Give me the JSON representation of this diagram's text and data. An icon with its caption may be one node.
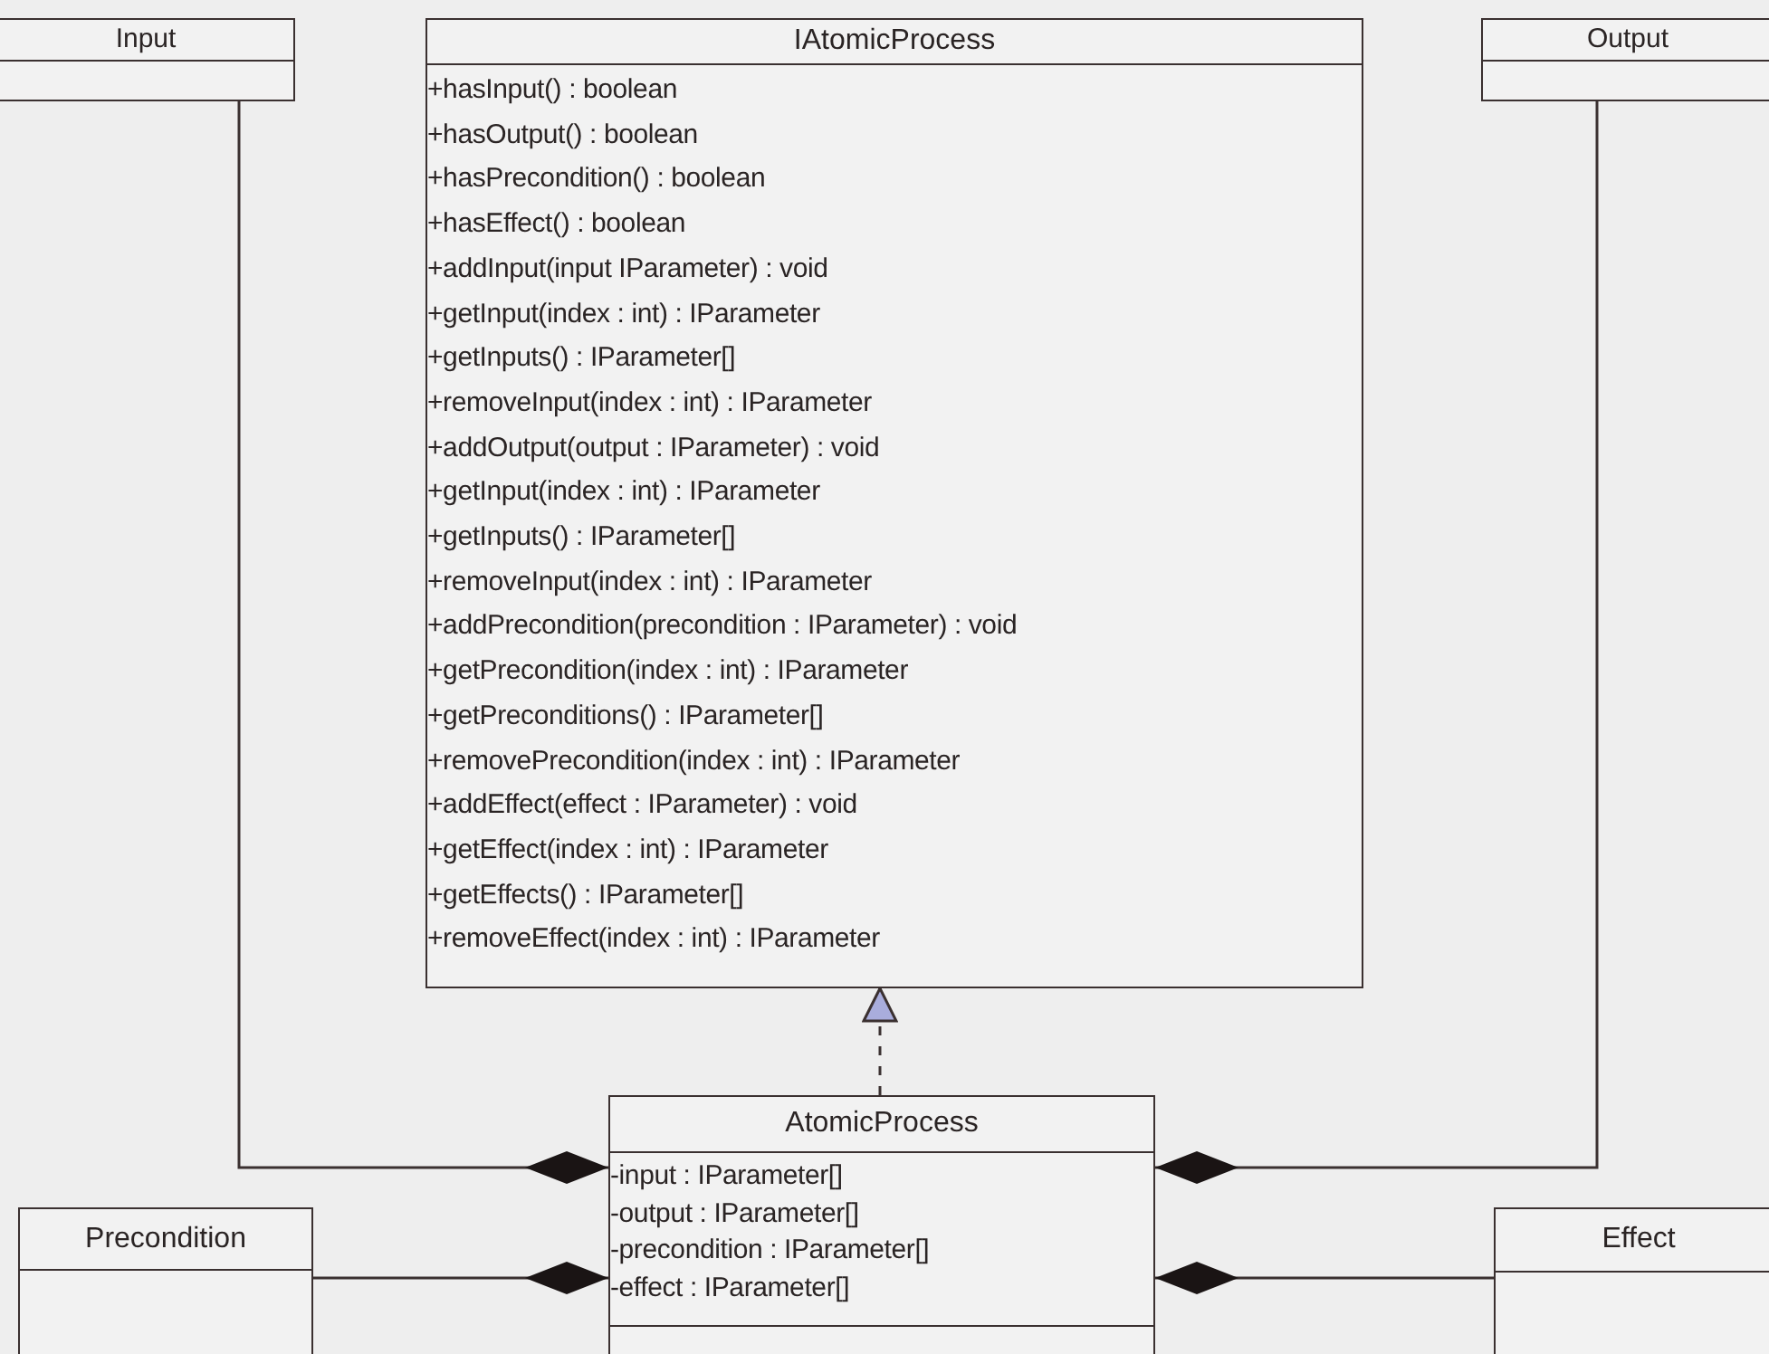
{
  "diagram": {
    "nodes": [
      {
        "text": [
          "Input"
        ]
      },
      {
        "text": [
          "IAtomicProcess",
          "+hasInput() : boolean",
          "+hasOutput() : boolean",
          "+hasPrecondition() : boolean",
          "+hasEffect() : boolean",
          "+addInput(input IParameter) : void",
          "+getInput(index : int) : IParameter",
          "+getInputs() : IParameter[]",
          "+removeInput(index : int) : IParameter",
          "+addOutput(output : IParameter) : void",
          "+getInput(index : int) : IParameter",
          "+getInputs() : IParameter[]",
          "+removeInput(index : int) : IParameter",
          "+addPrecondition(precondition : IParameter) : void",
          "+getPrecondition(index : int) : IParameter",
          "+getPreconditions() : IParameter[]",
          "+removePrecondition(index : int) : IParameter",
          "+addEffect(effect : IParameter) : void",
          "+getEffect(index : int) : IParameter",
          "+getEffects() : IParameter[]",
          "+removeEffect(index : int) : IParameter"
        ]
      },
      {
        "text": [
          "Output"
        ]
      },
      {
        "text": [
          "AtomicProcess",
          "-input : IParameter[]",
          "-output : IParameter[]",
          "-precondition : IParameter[]",
          "-effect : IParameter[]"
        ]
      },
      {
        "text": [
          "Precondition"
        ]
      },
      {
        "text": [
          "Effect"
        ]
      }
    ],
    "edges": [
      {
        "from": 3,
        "to": 1,
        "arrow": "to",
        "style": "dashed"
      },
      {
        "from": 3,
        "to": 0,
        "arrow": "other"
      },
      {
        "from": 3,
        "to": 2,
        "arrow": "other"
      },
      {
        "from": 3,
        "to": 4,
        "arrow": "other"
      },
      {
        "from": 3,
        "to": 5,
        "arrow": "other"
      }
    ]
  }
}
